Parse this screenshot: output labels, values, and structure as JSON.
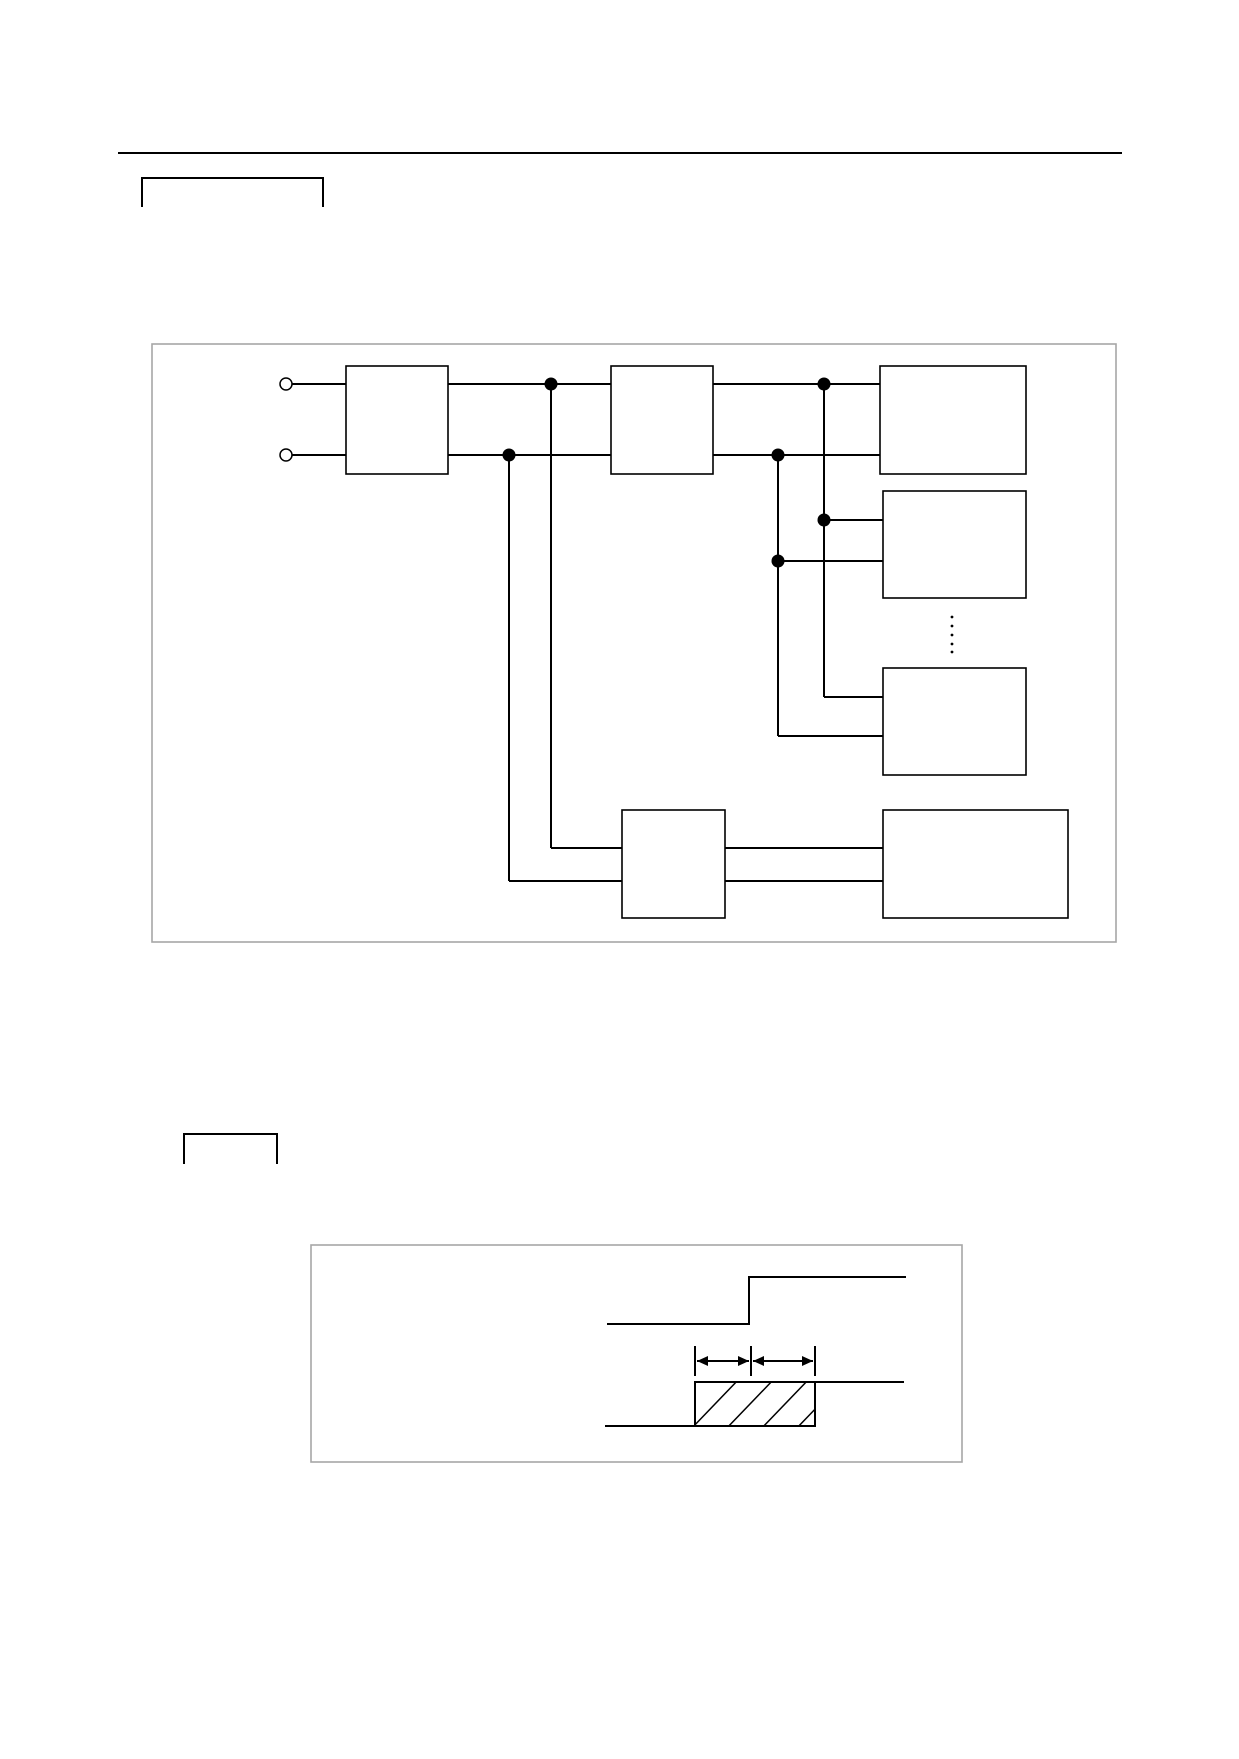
{
  "page": {
    "header_rule": true,
    "section_1_label": "",
    "section_2_label": ""
  },
  "block_diagram": {
    "input_terminals": 2,
    "blocks": [
      {
        "id": "block-1",
        "label": ""
      },
      {
        "id": "block-2",
        "label": ""
      },
      {
        "id": "load-1",
        "label": ""
      },
      {
        "id": "load-2",
        "label": ""
      },
      {
        "id": "load-n",
        "label": ""
      },
      {
        "id": "block-3",
        "label": ""
      },
      {
        "id": "block-4",
        "label": ""
      }
    ],
    "ellipsis": "⋮"
  },
  "timing_diagram": {
    "signal_1_label": "",
    "signal_2_label": "",
    "interval_1_label": "",
    "interval_2_label": ""
  },
  "colors": {
    "line": "#000000",
    "frame": "#a6a6a6",
    "background": "#ffffff"
  }
}
